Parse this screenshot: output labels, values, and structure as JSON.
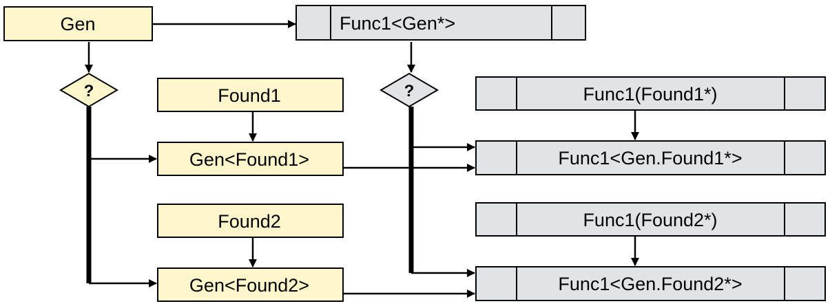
{
  "nodes": {
    "gen": "Gen",
    "func1_gen": "Func1<Gen*>",
    "decision_left": "?",
    "decision_right": "?",
    "found1": "Found1",
    "gen_found1": "Gen<Found1>",
    "found2": "Found2",
    "gen_found2": "Gen<Found2>",
    "func1_found1": "Func1(Found1*)",
    "func1_gen_found1": "Func1<Gen.Found1*>",
    "func1_found2": "Func1(Found2*)",
    "func1_gen_found2": "Func1<Gen.Found2*>"
  },
  "colors": {
    "yellow_box": "#fdf6ca",
    "gray_box": "#e1e4e7",
    "stroke": "#000000"
  }
}
